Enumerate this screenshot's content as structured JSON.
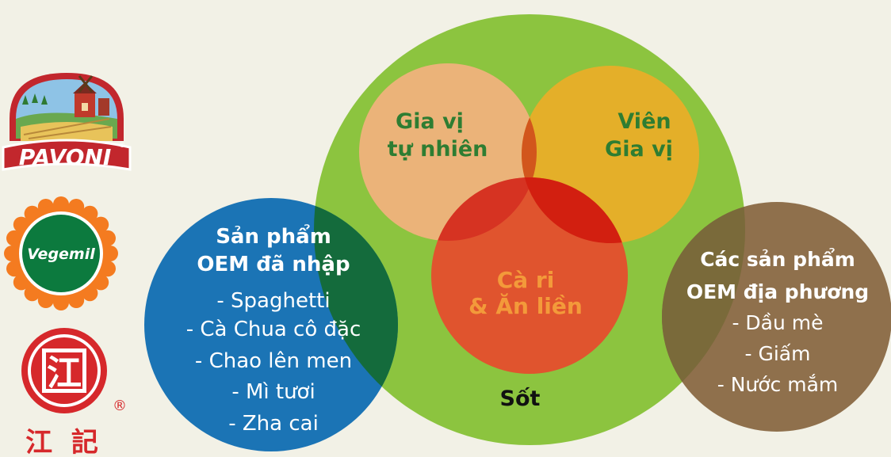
{
  "colors": {
    "background": "#f2f1e6",
    "sauce_circle": "#8cc43f",
    "natural_spices": "#f2b27e",
    "spice_cubes": "#ebad28",
    "curry_instant": "#e34f2e",
    "imported_oem": "#0f6db2",
    "local_oem": "#8a6a46",
    "dark_green_text": "#2e7d32",
    "curry_text": "#f39a3a"
  },
  "logos": {
    "pavoni": {
      "text": "PAVONI",
      "registered": "®"
    },
    "vegemil": {
      "text": "Vegemil"
    },
    "jiangji": {
      "mark": "江",
      "registered": "®",
      "caption": "江 記"
    }
  },
  "diagram": {
    "sauce_label": "Sốt",
    "natural_spices": {
      "line1": "Gia vị",
      "line2": "tự nhiên"
    },
    "spice_cubes": {
      "line1": "Viên",
      "line2": "Gia vị"
    },
    "curry_instant": {
      "line1": "Cà ri",
      "line2": "& Ăn liền"
    },
    "imported_oem": {
      "title_line1": "Sản phẩm",
      "title_line2": "OEM đã nhập",
      "items": [
        "- Spaghetti",
        "- Cà Chua cô đặc",
        "- Chao lên men",
        "- Mì tươi",
        "- Zha cai"
      ]
    },
    "local_oem": {
      "title_line1": "Các sản phẩm",
      "title_line2": "OEM địa phương",
      "items": [
        "- Dầu mè",
        "- Giấm",
        "- Nước mắm"
      ]
    }
  }
}
